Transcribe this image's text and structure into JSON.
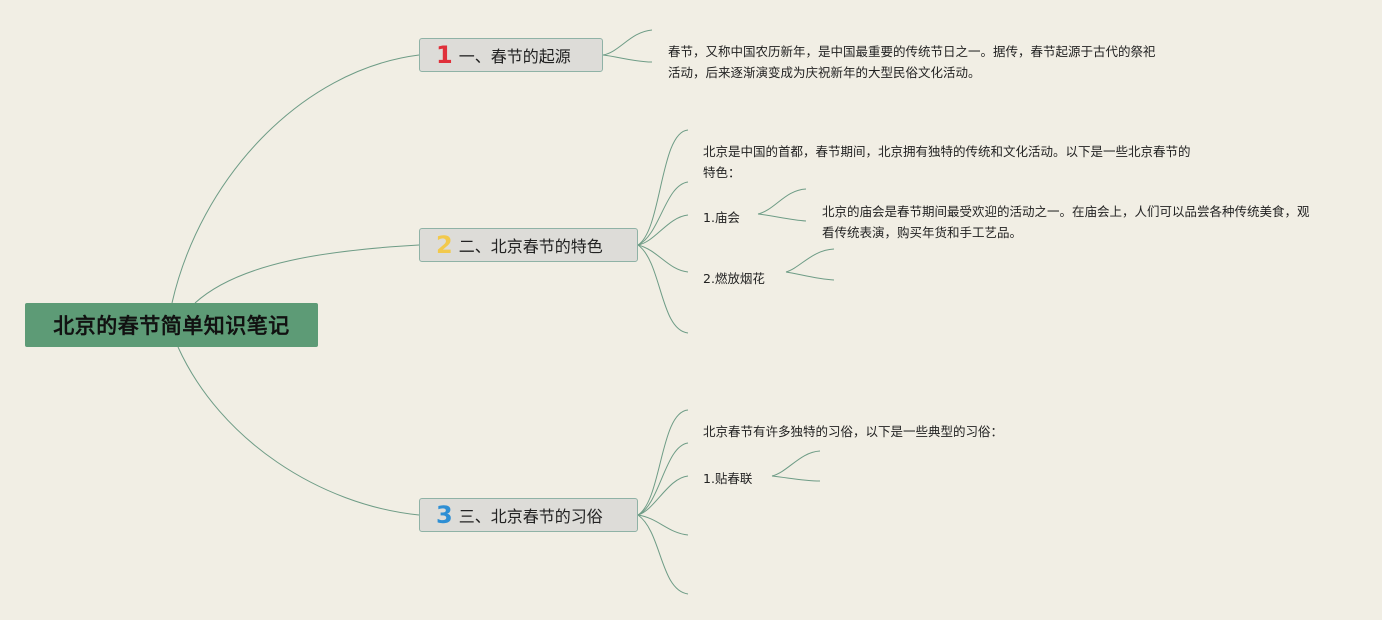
{
  "root": {
    "title": "北京的春节简单知识笔记"
  },
  "branches": [
    {
      "number": "1",
      "number_color": "#e0303a",
      "label": "一、春节的起源",
      "notes": [
        "春节，又称中国农历新年，是中国最重要的传统节日之一。据传，春节起源于古代的祭祀活动，后来逐渐演变成为庆祝新年的大型民俗文化活动。"
      ]
    },
    {
      "number": "2",
      "number_color": "#f2c94c",
      "label": "二、北京春节的特色",
      "notes": [
        "北京是中国的首都，春节期间，北京拥有独特的传统和文化活动。以下是一些北京春节的特色："
      ],
      "items": [
        {
          "label": "1.庙会",
          "detail": "北京的庙会是春节期间最受欢迎的活动之一。在庙会上，人们可以品尝各种传统美食，观看传统表演，购买年货和手工艺品。"
        },
        {
          "label": "2.燃放烟花",
          "detail": ""
        }
      ]
    },
    {
      "number": "3",
      "number_color": "#2e8fd4",
      "label": "三、北京春节的习俗",
      "notes": [
        "北京春节有许多独特的习俗，以下是一些典型的习俗："
      ],
      "items": [
        {
          "label": "1.贴春联",
          "detail": ""
        }
      ]
    }
  ],
  "colors": {
    "root_bg": "#5d9b76",
    "link": "#6e9c86",
    "background": "#f1eee4"
  }
}
